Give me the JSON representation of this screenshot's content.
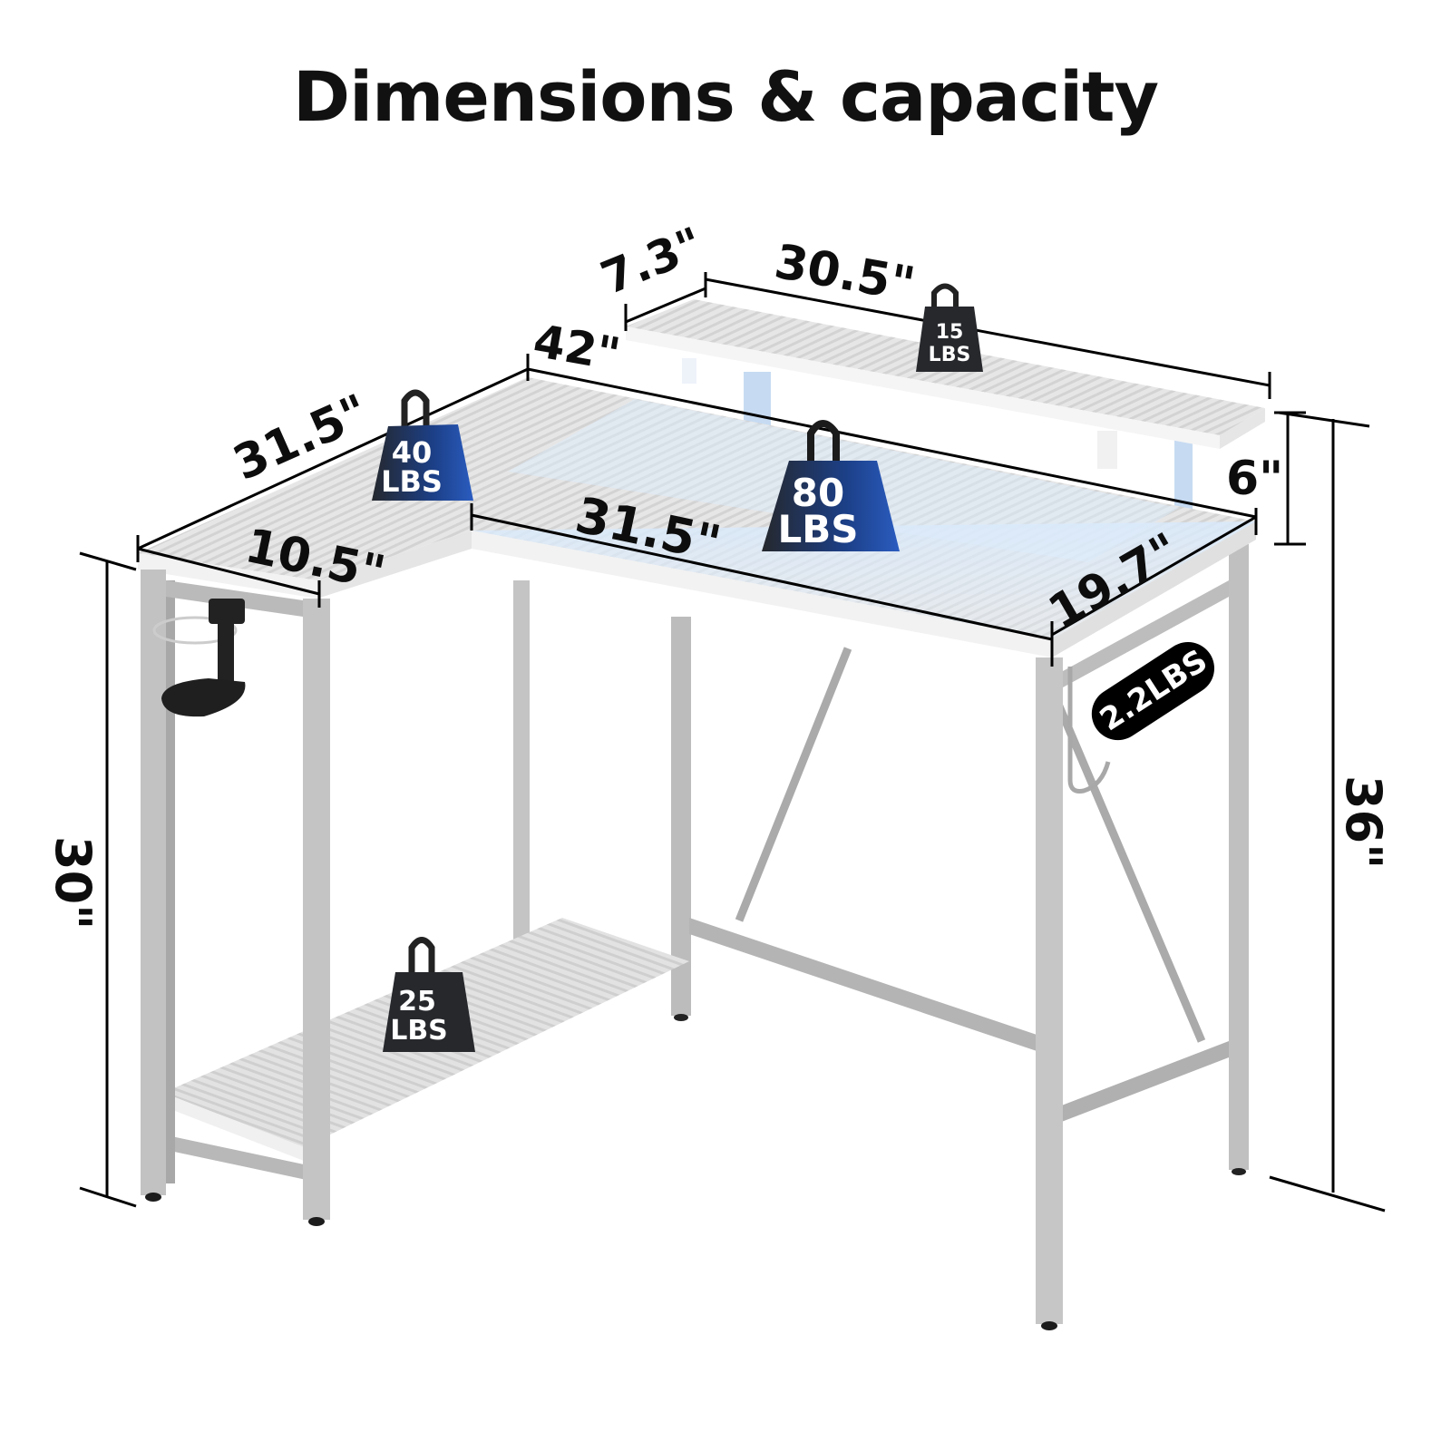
{
  "title": "Dimensions & capacity",
  "colors": {
    "text": "#111111",
    "frame": "#bdbdbd",
    "frame_dark": "#9e9e9e",
    "top_surface": "#e4e4e4",
    "top_edge": "#f3f3f3",
    "led_glow": "#cfe3f7",
    "weight_body": "#222428",
    "weight_blue": "#1f4fa3",
    "badge": "#000000"
  },
  "dimensions": {
    "shelf_depth": "7.3\"",
    "shelf_width": "30.5\"",
    "total_width": "42\"",
    "side_length": "31.5\"",
    "side_width": "10.5\"",
    "main_length": "31.5\"",
    "main_depth": "19.7\"",
    "shelf_height": "6\"",
    "desk_height": "30\"",
    "total_height": "36\""
  },
  "weights": {
    "monitor_shelf": {
      "value": "15",
      "unit": "LBS"
    },
    "side_top": {
      "value": "40",
      "unit": "LBS"
    },
    "main_top": {
      "value": "80",
      "unit": "LBS"
    },
    "bottom_shelf": {
      "value": "25",
      "unit": "LBS"
    },
    "hook": "2.2LBS"
  }
}
